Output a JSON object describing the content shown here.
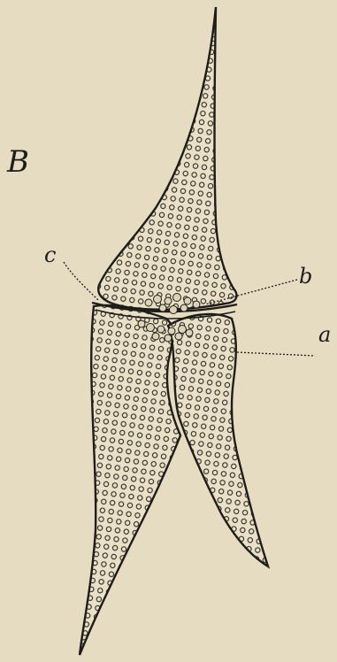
{
  "figure": {
    "panel_letter": "B",
    "labels": {
      "a": "a",
      "b": "b",
      "c": "c"
    },
    "colors": {
      "paper": "#e6dcc2",
      "ink": "#1f1d18"
    }
  }
}
